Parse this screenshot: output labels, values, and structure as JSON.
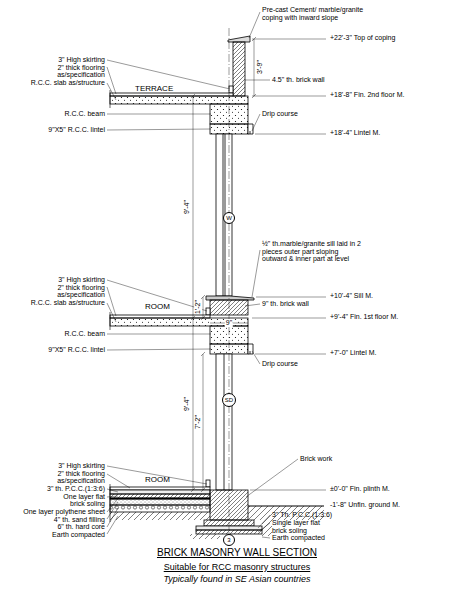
{
  "diagram": {
    "title": "BRICK MASONRY WALL SECTION",
    "caption": "Suitable for RCC masonry structures",
    "nodes": [
      {
        "text": [
          "W"
        ]
      },
      {
        "text": [
          "SD"
        ]
      },
      {
        "text": [
          "3"
        ]
      }
    ],
    "labels": [
      "Pre-cast Cement/ marble/granite coping with inward slope",
      "+22'-3\" Top of coping",
      "3\" High skirting",
      "2\" thick flooring as/specification",
      "R.C.C. slab as/structure",
      "3'-9\"",
      "4.5\" th. brick wall",
      "TERRACE",
      "+18'-8\" Fin. 2nd floor M.",
      "R.C.C. beam",
      "Drip course",
      "9\"X5\" R.C.C. lintel",
      "+18'-4\" Lintel M.",
      "9'-4\"",
      "½\" th.marble/granite sill laid in 2 pieces outer part sloping outward & inner part at level",
      "+10'-4\" Sill M.",
      "9\" th. brick wall",
      "+9'-4\" Fin. 1st floor M.",
      "3\" High skirting",
      "2\" thick flooring as/specification",
      "R.C.C. slab as/structure",
      "ROOM",
      "1'-2\"",
      "R.C.C. beam",
      "9\"X5\" R.C.C. lintel",
      "+7'-0\" Lintel M.",
      "9\"",
      "Drip course",
      "9'-4\"",
      "7'-2\"",
      "Brick work",
      "ROOM",
      "±0'-0\" Fin. plinth M.",
      "-1'-8\" Unfin. ground M.",
      "3\" Th. P.C.C.(1:3:6)",
      "Single layer flat brick soling",
      "Earth compacted",
      "3\" High skirting",
      "2\" thick flooring as/specification",
      "3\" th. P.C.C.(1:3:6)",
      "One layer flat brick soling",
      "One layer polythene sheet",
      "4\" th. sand filling",
      "6\" th. hard core",
      "Earth compacted",
      "Typically found in SE Asian countries"
    ]
  }
}
